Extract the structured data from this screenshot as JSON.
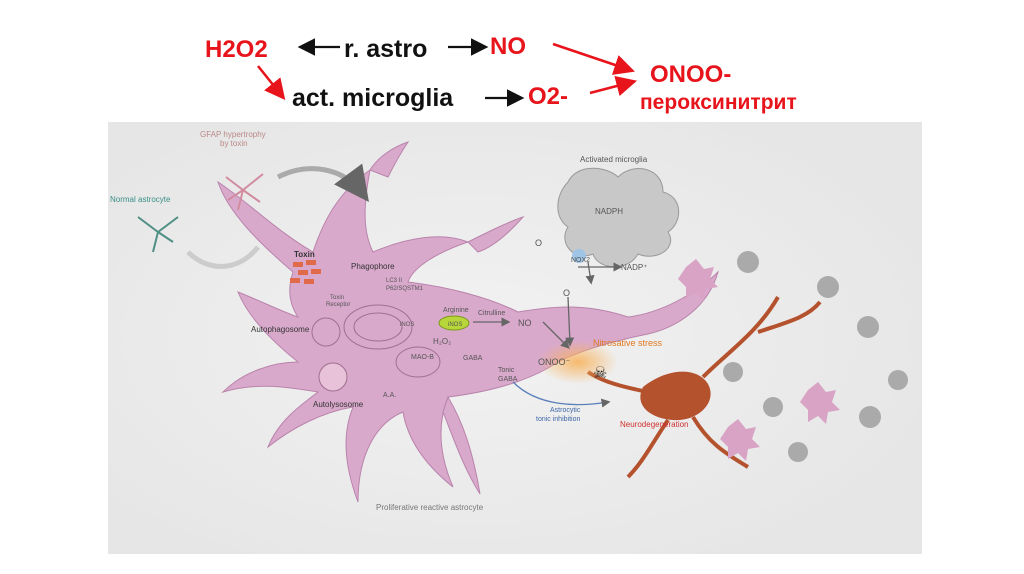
{
  "header": {
    "h2o2": "H2O2",
    "astro": "r. astro",
    "no": "NO",
    "onoo": "ONOO-",
    "peroxynitrite": "пероксинитрит",
    "microglia": "act. microglia",
    "o2": "O2-"
  },
  "figure": {
    "gfap": [
      "GFAP hypertrophy",
      "by toxin"
    ],
    "normal_astrocyte": "Normal astrocyte",
    "activated_microglia": "Activated microglia",
    "nadph": "NADPH",
    "o2_top": "O",
    "nox2": "NOX2",
    "nadp": "NADP⁺",
    "o2_down": "O",
    "toxin": "Toxin",
    "phagophore": "Phagophore",
    "lc3": "LC3 II",
    "p62": "P62/SQSTM1",
    "toxin_receptor": [
      "Toxin",
      "Receptor"
    ],
    "autophagosome": "Autophagosome",
    "arginine": "Arginine",
    "inos_left": "iNOS",
    "inos": "iNOS",
    "citrulline": "Citrulline",
    "no": "NO",
    "h2o2": "H₂O₂",
    "maob": "MAO-B",
    "gaba": "GABA",
    "aa": "A.A.",
    "autolysosome": "Autolysosome",
    "tonic_gaba": [
      "Tonic",
      "GABA"
    ],
    "onoo": "ONOO⁻",
    "nitrosative": "Nitrosative stress",
    "astrocytic": [
      "Astrocytic",
      "tonic inhibition"
    ],
    "neurodegeneration": "Neurodegeneration",
    "proliferative": "Proliferative reactive astrocyte"
  },
  "colors": {
    "red": "#e8141c",
    "astro_pink": "#d9a9cc",
    "microglia_gray": "#c8c8c8",
    "neuron": "#b5522e",
    "nitro_orange": "#f0a64a"
  }
}
